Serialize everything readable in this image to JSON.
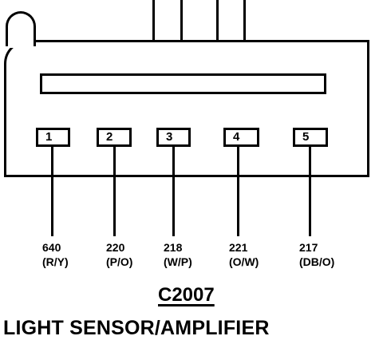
{
  "pins": [
    {
      "number": "1",
      "circuit": "640",
      "color": "(R/Y)"
    },
    {
      "number": "2",
      "circuit": "220",
      "color": "(P/O)"
    },
    {
      "number": "3",
      "circuit": "218",
      "color": "(W/P)"
    },
    {
      "number": "4",
      "circuit": "221",
      "color": "(O/W)"
    },
    {
      "number": "5",
      "circuit": "217",
      "color": "(DB/O)"
    }
  ],
  "connector_id": "C2007",
  "component_name": "LIGHT SENSOR/AMPLIFIER"
}
